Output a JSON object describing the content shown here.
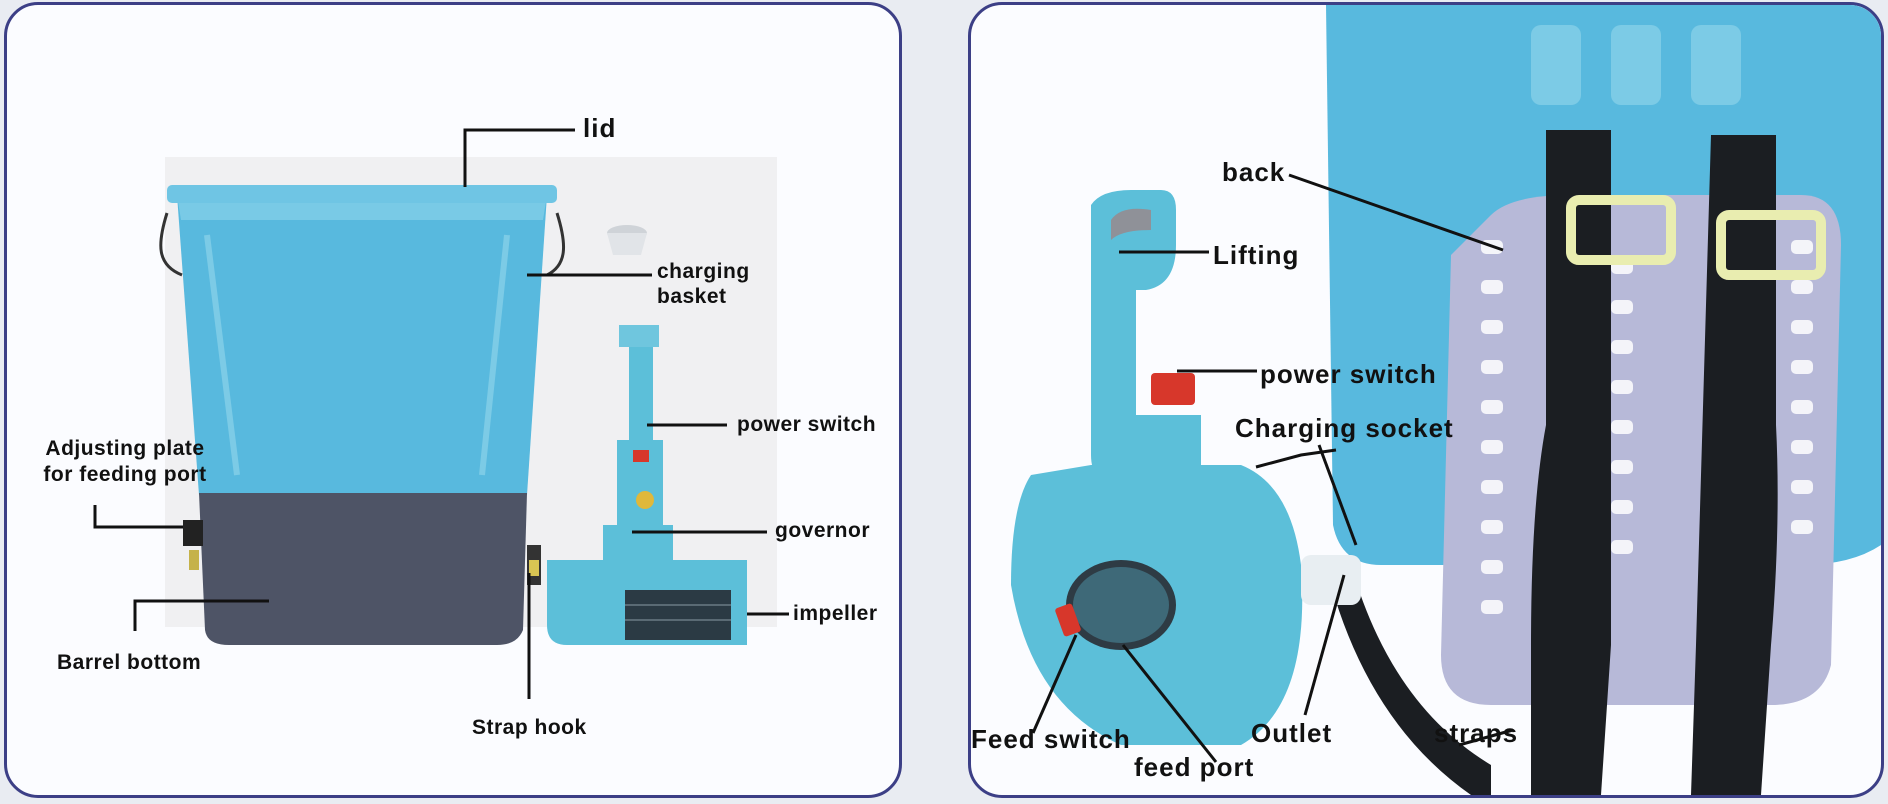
{
  "left_labels": {
    "lid": "lid",
    "charging_basket_l1": "charging",
    "charging_basket_l2": "basket",
    "power_switch": "power switch",
    "adjusting_plate_l1": "Adjusting plate",
    "adjusting_plate_l2": "for feeding port",
    "governor": "governor",
    "impeller": "impeller",
    "barrel_bottom": "Barrel bottom",
    "strap_hook": "Strap hook"
  },
  "right_labels": {
    "back": "back",
    "lifting": "Lifting",
    "power_switch": "power switch",
    "charging_socket": "Charging socket",
    "feed_switch": "Feed switch",
    "feed_port": "feed port",
    "outlet": "Outlet",
    "straps": "straps"
  },
  "colors": {
    "border": "#3c3f86",
    "barrel_blue": "#58b9de",
    "barrel_dark": "#4e5466",
    "part_blue": "#5cbfd9",
    "strap_black": "#1b1e22",
    "buckle": "#e9edb0",
    "switch_red": "#d7372b",
    "back_panel": "#b7b9d8"
  }
}
